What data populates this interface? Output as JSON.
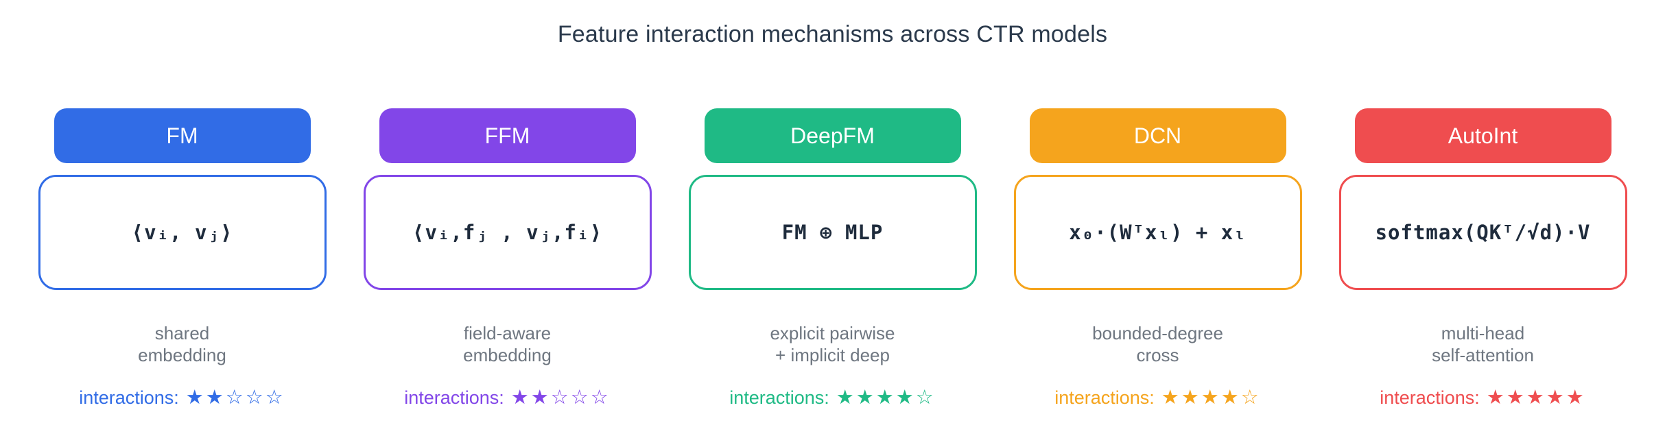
{
  "title": "Feature interaction mechanisms across CTR models",
  "colors": {
    "background": "#FFFFFF",
    "title_text": "#2A394B",
    "formula_text": "#1E2B3C",
    "description_text": "#6E7680",
    "fm_blue": "#316CE6",
    "ffm_purple": "#8246E8",
    "deepfm_green": "#1FBA85",
    "dcn_orange": "#F5A41D",
    "autoint_red": "#EF4D4F"
  },
  "columns": [
    {
      "label": "FM",
      "accent": "#316CE6",
      "formula": "⟨vᵢ, vⱼ⟩",
      "description": "shared\nembedding",
      "rating_label": "interactions:",
      "stars": "★★☆☆☆",
      "stars_filled": 2,
      "stars_total": 5
    },
    {
      "label": "FFM",
      "accent": "#8246E8",
      "formula": "⟨vᵢ,fⱼ , vⱼ,fᵢ⟩",
      "description": "field-aware\nembedding",
      "rating_label": "interactions:",
      "stars": "★★☆☆☆",
      "stars_filled": 2,
      "stars_total": 5
    },
    {
      "label": "DeepFM",
      "accent": "#1FBA85",
      "formula": "FM ⊕ MLP",
      "description": "explicit pairwise\n+ implicit deep",
      "rating_label": "interactions:",
      "stars": "★★★★☆",
      "stars_filled": 4,
      "stars_total": 5
    },
    {
      "label": "DCN",
      "accent": "#F5A41D",
      "formula": "x₀·(Wᵀxₗ) + xₗ",
      "description": "bounded-degree\ncross",
      "rating_label": "interactions:",
      "stars": "★★★★☆",
      "stars_filled": 4,
      "stars_total": 5
    },
    {
      "label": "AutoInt",
      "accent": "#EF4D4F",
      "formula": "softmax(QKᵀ/√d)·V",
      "description": "multi-head\nself-attention",
      "rating_label": "interactions:",
      "stars": "★★★★★",
      "stars_filled": 5,
      "stars_total": 5
    }
  ]
}
